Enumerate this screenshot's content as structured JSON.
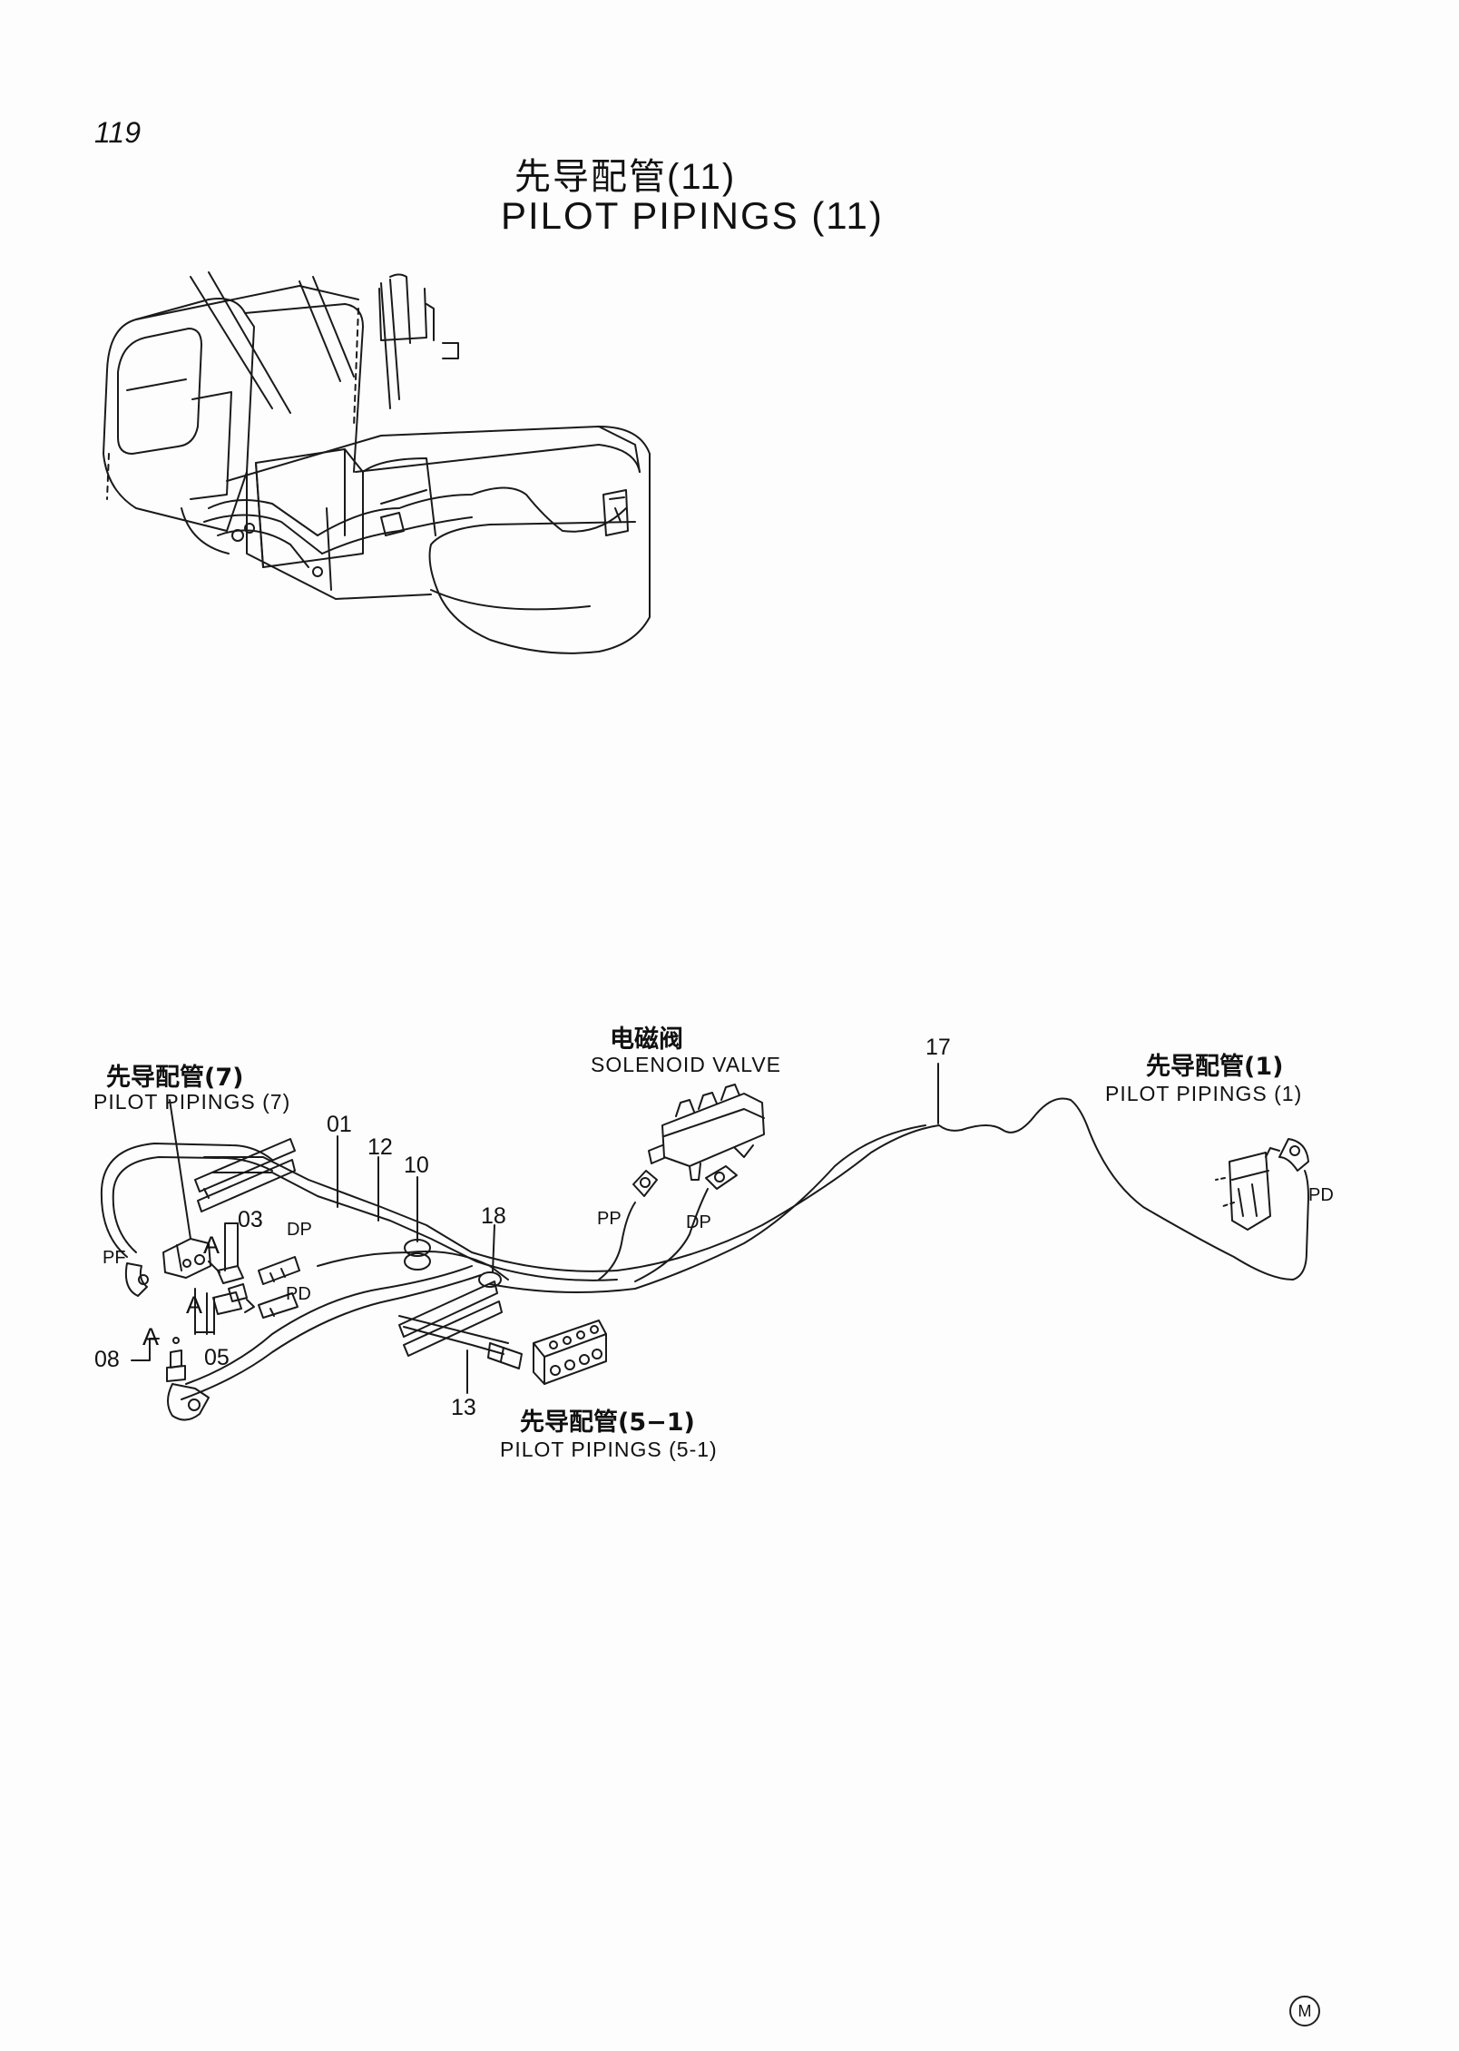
{
  "page": {
    "number": "119"
  },
  "title": {
    "cn": "先导配管(11)",
    "en": "PILOT PIPINGS (11)"
  },
  "references": {
    "pilot_7": {
      "cn": "先导配管(7)",
      "en": "PILOT PIPINGS (7)"
    },
    "solenoid": {
      "cn": "电磁阀",
      "en": "SOLENOID VALVE"
    },
    "pilot_1": {
      "cn": "先导配管(1)",
      "en": "PILOT PIPINGS (1)"
    },
    "pilot_5_1": {
      "cn": "先导配管(5−1)",
      "en": "PILOT PIPINGS (5-1)"
    }
  },
  "part_numbers": {
    "p01": "01",
    "p12": "12",
    "p10": "10",
    "p18": "18",
    "p17": "17",
    "p03": "03",
    "p05": "05",
    "p08": "08",
    "p13": "13"
  },
  "ports": {
    "pf": "PF",
    "dp1": "DP",
    "pd1": "PD",
    "pp": "PP",
    "dp2": "DP",
    "pd2": "PD"
  },
  "detail": {
    "a1": "A",
    "a2": "A",
    "a3": "A"
  },
  "mark": "M"
}
